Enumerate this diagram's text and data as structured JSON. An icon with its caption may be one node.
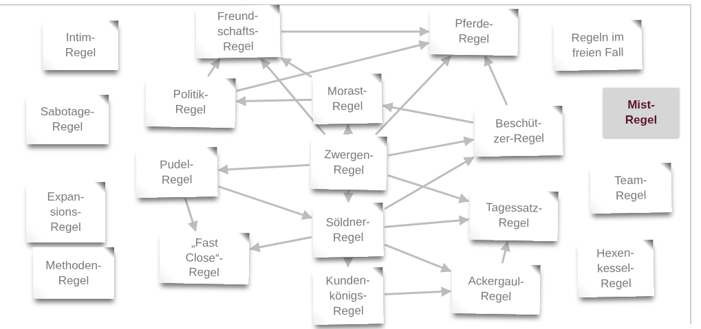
{
  "diagram": {
    "nodes": [
      {
        "text": [
          "Freund- schafts- Regel"
        ]
      },
      {
        "text": [
          "Pferde- Regel"
        ]
      },
      {
        "text": [
          "Intim- Regel"
        ]
      },
      {
        "text": [
          "Regeln im freien Fall"
        ]
      },
      {
        "text": [
          "Politik- Regel"
        ]
      },
      {
        "text": [
          "Morast- Regel"
        ]
      },
      {
        "text": [
          "Sabotage- Regel"
        ]
      },
      {
        "text": [
          "Mist- Regel"
        ]
      },
      {
        "text": [
          "Beschüt- zer-Regel"
        ]
      },
      {
        "text": [
          "Zwergen- Regel"
        ]
      },
      {
        "text": [
          "Pudel- Regel"
        ]
      },
      {
        "text": [
          "Team- Regel"
        ]
      },
      {
        "text": [
          "Expan- sions- Regel"
        ]
      },
      {
        "text": [
          "Tagessatz- Regel"
        ]
      },
      {
        "text": [
          "Söldner- Regel"
        ]
      },
      {
        "text": [
          "„Fast Close“- Regel"
        ]
      },
      {
        "text": [
          "Hexen- kessel- Regel"
        ]
      },
      {
        "text": [
          "Methoden- Regel"
        ]
      },
      {
        "text": [
          "Kunden- königs- Regel"
        ]
      },
      {
        "text": [
          "Ackergaul- Regel"
        ]
      }
    ],
    "edges": [
      {
        "from": 0,
        "to": 1,
        "arrow": "to"
      },
      {
        "from": 4,
        "to": 0,
        "arrow": "to"
      },
      {
        "from": 4,
        "to": 1,
        "arrow": "to"
      },
      {
        "from": 5,
        "to": 0,
        "arrow": "to"
      },
      {
        "from": 5,
        "to": 4,
        "arrow": "to"
      },
      {
        "from": 9,
        "to": 0,
        "arrow": "to"
      },
      {
        "from": 9,
        "to": 5,
        "arrow": "to"
      },
      {
        "from": 9,
        "to": 1,
        "arrow": "to"
      },
      {
        "from": 9,
        "to": 8,
        "arrow": "to"
      },
      {
        "from": 9,
        "to": 10,
        "arrow": "to"
      },
      {
        "from": 9,
        "to": 13,
        "arrow": "to"
      },
      {
        "from": 9,
        "to": 14,
        "arrow": "to"
      },
      {
        "from": 8,
        "to": 1,
        "arrow": "to"
      },
      {
        "from": 8,
        "to": 5,
        "arrow": "to"
      },
      {
        "from": 10,
        "to": 14,
        "arrow": "to"
      },
      {
        "from": 10,
        "to": 15,
        "arrow": "to"
      },
      {
        "from": 14,
        "to": 15,
        "arrow": "to"
      },
      {
        "from": 14,
        "to": 8,
        "arrow": "to"
      },
      {
        "from": 14,
        "to": 13,
        "arrow": "to"
      },
      {
        "from": 14,
        "to": 19,
        "arrow": "to"
      },
      {
        "from": 14,
        "to": 18,
        "arrow": "to"
      },
      {
        "from": 18,
        "to": 19,
        "arrow": "to"
      },
      {
        "from": 19,
        "to": 13,
        "arrow": "to"
      }
    ]
  }
}
